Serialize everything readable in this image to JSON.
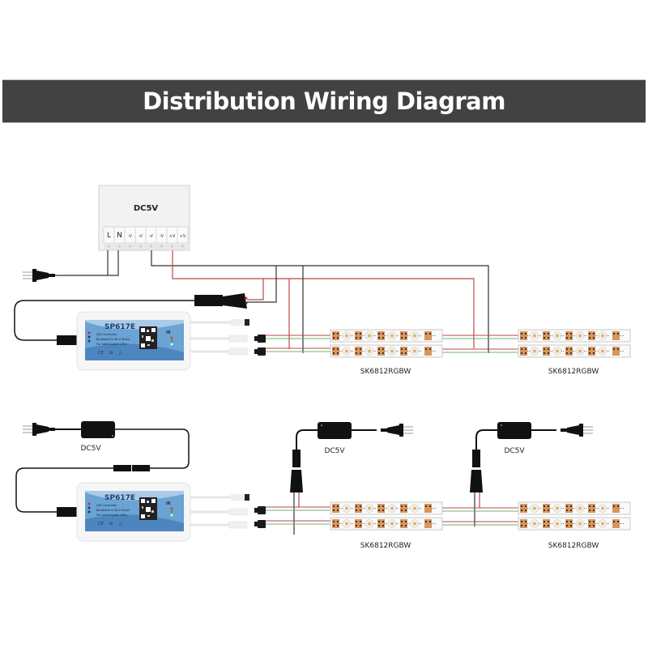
{
  "title": "Distribution Wiring Diagram",
  "colors": {
    "banner": "#424242",
    "wire_black": "#333333",
    "wire_red": "#c0464b",
    "wire_green": "#6fb06f",
    "led_pad": "#d9955a",
    "controller_blue": "#5b93c9"
  },
  "power_supply_box": {
    "label": "DC5V",
    "terminals": [
      "L",
      "N",
      "-V",
      "-V",
      "-V",
      "-V",
      "+V",
      "+V"
    ]
  },
  "controllers": [
    {
      "model": "SP617E",
      "line1": "LED Controller",
      "line2": "Bluetooth & Wi-Fi Music",
      "line3": "For addressable LEDs",
      "ir_label": "IR",
      "icons": [
        "ce-mark",
        "weee-mark",
        "recycle-mark"
      ],
      "qr": "qr-code"
    },
    {
      "model": "SP617E",
      "line1": "LED Controller",
      "line2": "Bluetooth & Wi-Fi Music",
      "line3": "For addressable LEDs",
      "ir_label": "IR",
      "icons": [
        "ce-mark",
        "weee-mark",
        "recycle-mark"
      ],
      "qr": "qr-code"
    }
  ],
  "adapters": [
    {
      "label": "DC5V"
    },
    {
      "label": "DC5V"
    },
    {
      "label": "DC5V"
    }
  ],
  "strips": [
    {
      "label": "SK6812RGBW"
    },
    {
      "label": "SK6812RGBW"
    },
    {
      "label": "SK6812RGBW"
    },
    {
      "label": "SK6812RGBW"
    }
  ]
}
